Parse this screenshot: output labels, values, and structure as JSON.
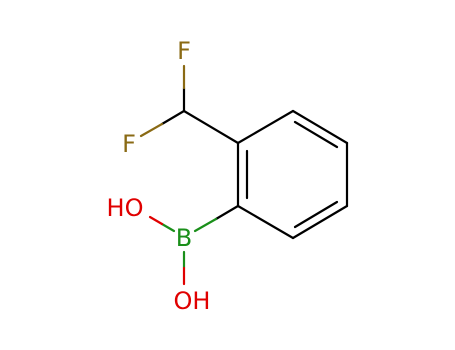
{
  "molecule": {
    "atoms": {
      "f_top": {
        "symbol": "F",
        "color": "#8a6a14"
      },
      "f_left": {
        "symbol": "F",
        "color": "#8a6a14"
      },
      "boron": {
        "symbol": "B",
        "color": "#1a8f1a"
      },
      "hydroxyl_upper": {
        "symbol": "HO",
        "color": "#e00000"
      },
      "hydroxyl_lower": {
        "symbol": "OH",
        "color": "#e00000"
      }
    },
    "bond_color": "#000000"
  }
}
